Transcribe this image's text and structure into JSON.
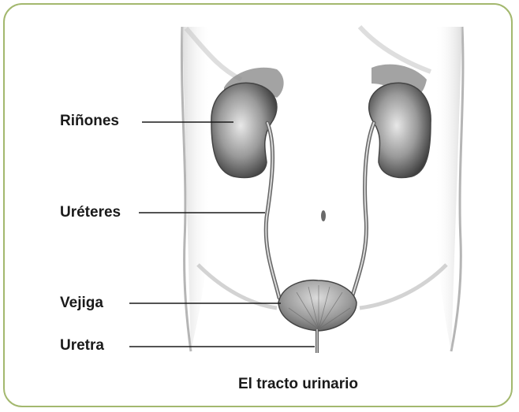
{
  "labels": {
    "kidneys": "Riñones",
    "ureters": "Uréteres",
    "bladder": "Vejiga",
    "urethra": "Uretra"
  },
  "caption": "El tracto urinario",
  "colors": {
    "frame_border": "#a3b86e",
    "text": "#1a1a1a",
    "sketch": "#7a7a7a"
  }
}
